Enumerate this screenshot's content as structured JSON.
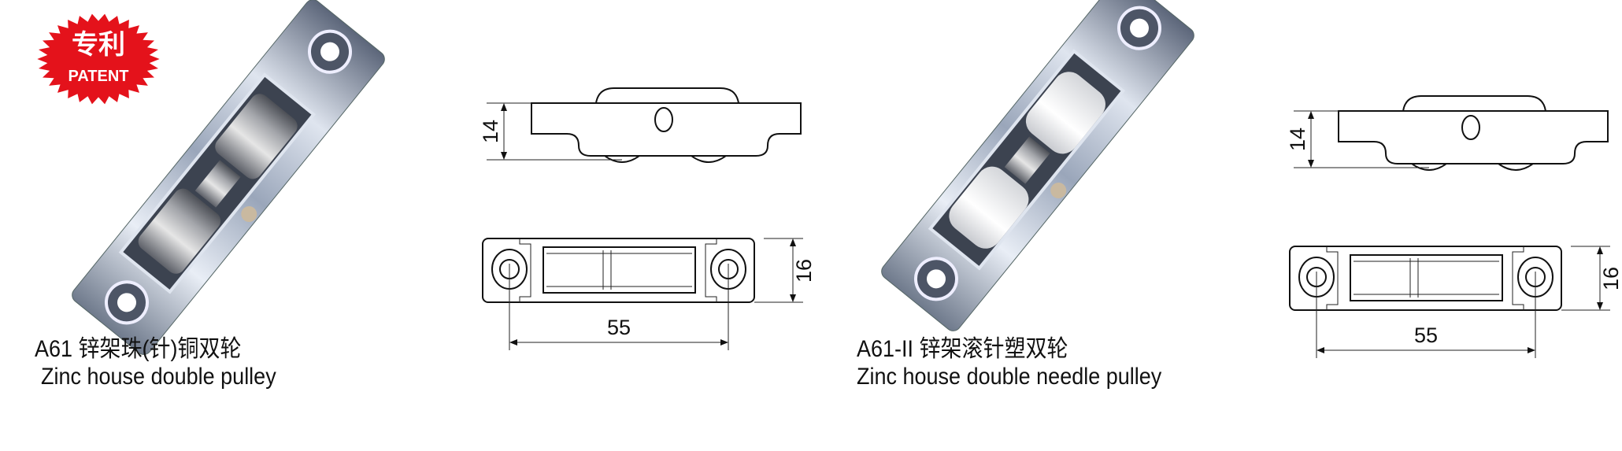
{
  "badge": {
    "line1": "专利",
    "line2": "PATENT",
    "color": "#e4121b"
  },
  "products": [
    {
      "model_cn": "A61 锌架珠(针)铜双轮",
      "name_en": "Zinc house double pulley",
      "wheel_color": "#b8bcc4",
      "dims": {
        "height": "14",
        "width": "16",
        "spacing": "55"
      }
    },
    {
      "model_cn": "A61-II 锌架滚针塑双轮",
      "name_en": "Zinc house double needle pulley",
      "wheel_color": "#f2f2f0",
      "dims": {
        "height": "14",
        "width": "16",
        "spacing": "55"
      }
    }
  ]
}
